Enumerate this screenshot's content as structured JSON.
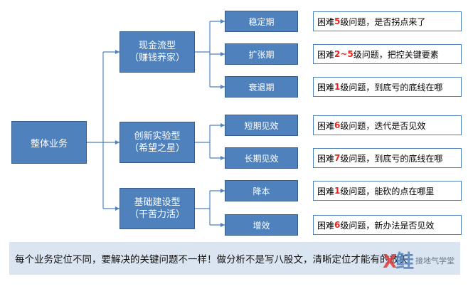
{
  "root": {
    "label": "整体业务"
  },
  "branches": [
    {
      "label": "现金流型",
      "sublabel": "（赚钱养家）",
      "children": [
        {
          "label": "稳定期",
          "desc_pre": "困难",
          "desc_num": "5",
          "desc_post": "级问题，是否拐点来了"
        },
        {
          "label": "扩张期",
          "desc_pre": "困难",
          "desc_num": "2~5",
          "desc_post": "级问题，把控关键要素"
        },
        {
          "label": "衰退期",
          "desc_pre": "困难",
          "desc_num": "1",
          "desc_post": "级问题，到底亏的底线在哪"
        }
      ]
    },
    {
      "label": "创新实验型",
      "sublabel": "（希望之星）",
      "children": [
        {
          "label": "短期见效",
          "desc_pre": "困难",
          "desc_num": "6",
          "desc_post": "级问题，迭代是否见效"
        },
        {
          "label": "长期见效",
          "desc_pre": "困难",
          "desc_num": "7",
          "desc_post": "级问题，到底亏的底线在哪"
        }
      ]
    },
    {
      "label": "基础建设型",
      "sublabel": "（干苦力活）",
      "children": [
        {
          "label": "降本",
          "desc_pre": "困难",
          "desc_num": "1",
          "desc_post": "级问题，能砍的点在哪里"
        },
        {
          "label": "增效",
          "desc_pre": "困难",
          "desc_num": "6",
          "desc_post": "级问题，新办法是否见效"
        }
      ]
    }
  ],
  "banner": {
    "text": "每个业务定位不同，要解决的关键问题不一样！做分析不是写八股文，清晰定位才能有的放矢"
  },
  "logo": {
    "text": "接地气学堂"
  },
  "colors": {
    "box_fill": "#4f81bd",
    "box_border": "#385d8a",
    "connector": "#4f81bd",
    "number_accent": "#e8231c",
    "banner_bg": "#dbe5f1"
  }
}
